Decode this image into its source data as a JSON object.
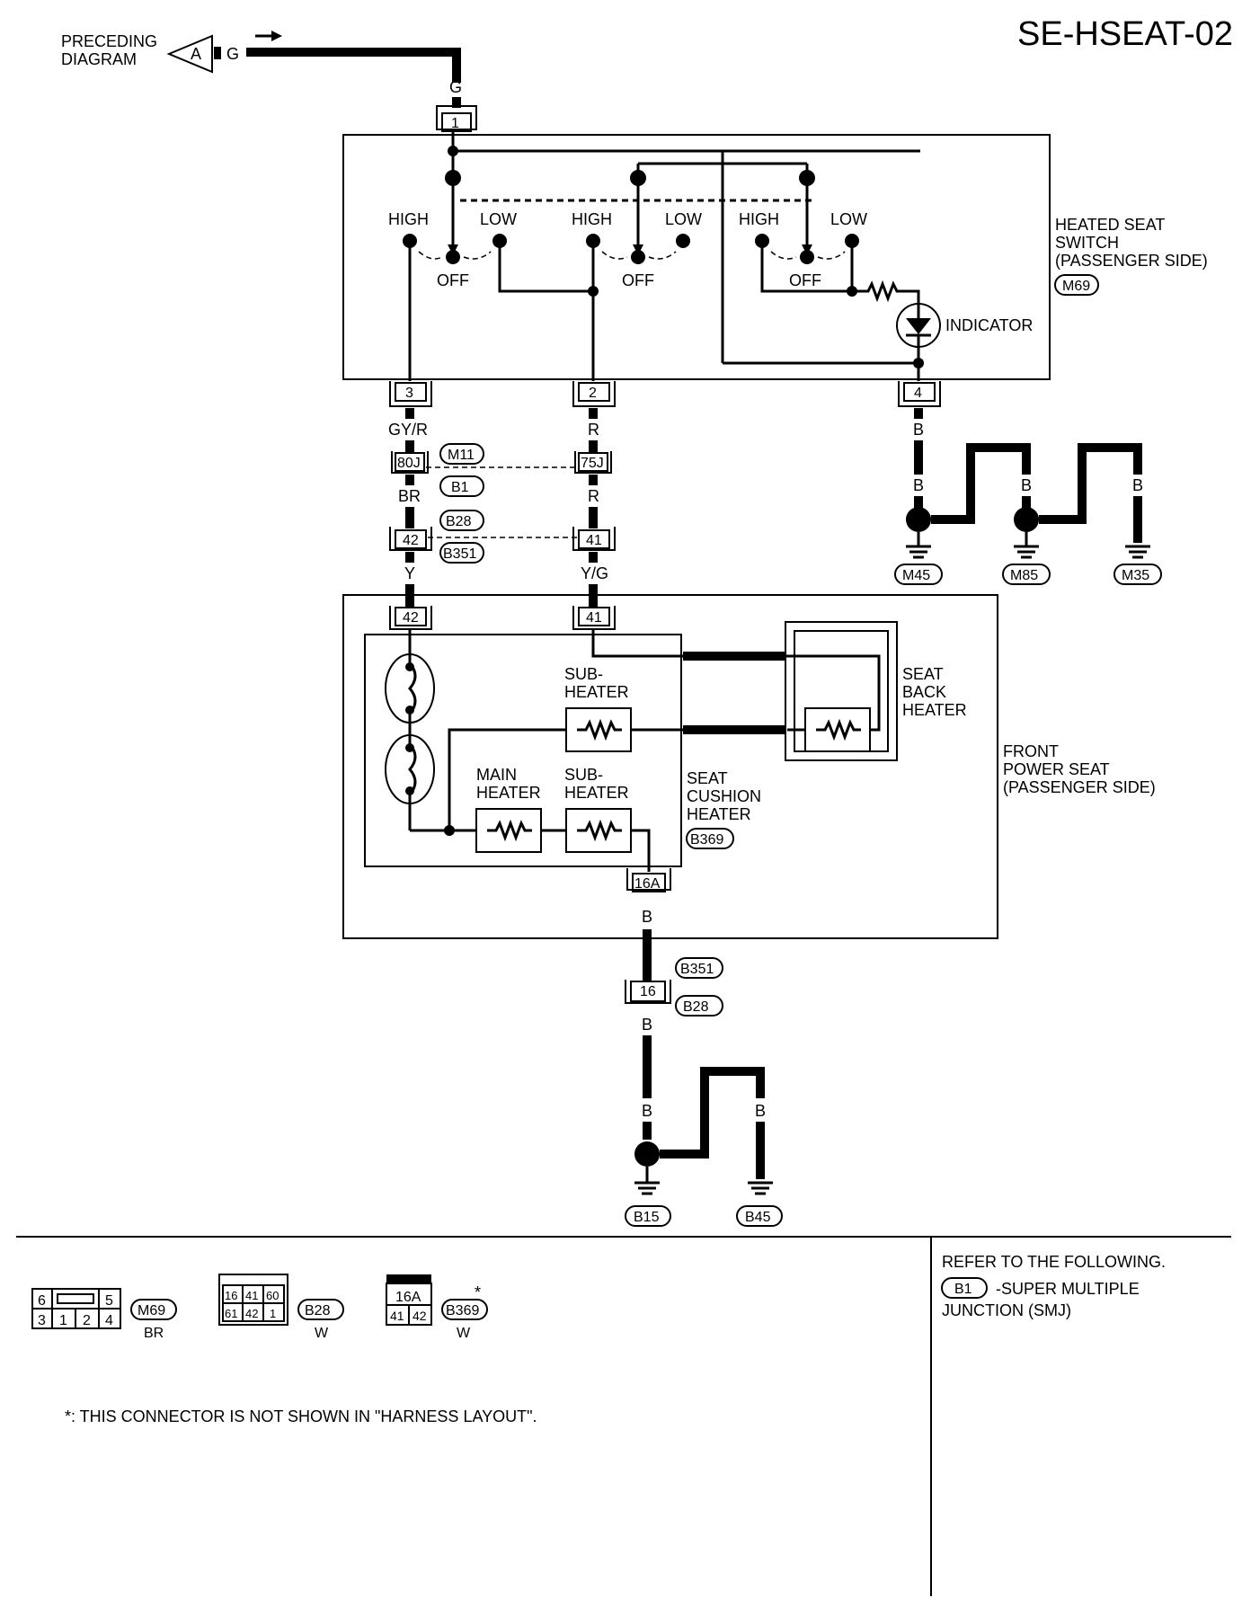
{
  "diagram_id": "SE-HSEAT-02",
  "preceding": {
    "line1": "PRECEDING",
    "line2": "DIAGRAM",
    "connector_letter": "A",
    "wire_color": "G"
  },
  "switch": {
    "name_line1": "HEATED SEAT",
    "name_line2": "SWITCH",
    "name_line3": "(PASSENGER SIDE)",
    "connector": "M69",
    "terminal_top": "1",
    "terminals_bottom": [
      "3",
      "2",
      "4"
    ],
    "high_label": "HIGH",
    "low_label": "LOW",
    "off_label": "OFF",
    "indicator_label": "INDICATOR"
  },
  "wires": {
    "g": "G",
    "gy_r": "GY/R",
    "br": "BR",
    "y": "Y",
    "r": "R",
    "y_g": "Y/G",
    "b": "B"
  },
  "junctions": {
    "j80": "80J",
    "j75": "75J",
    "c42": "42",
    "c41": "41",
    "c16a": "16A",
    "c16": "16"
  },
  "connector_tags": {
    "m11": "M11",
    "b1": "B1",
    "b28": "B28",
    "b351": "B351",
    "b369": "B369"
  },
  "grounds": [
    "M45",
    "M85",
    "M35",
    "B15",
    "B45"
  ],
  "seat": {
    "name_line1": "FRONT",
    "name_line2": "POWER SEAT",
    "name_line3": "(PASSENGER SIDE)",
    "sub_heater_line1": "SUB-",
    "sub_heater_line2": "HEATER",
    "main_heater_line1": "MAIN",
    "main_heater_line2": "HEATER",
    "cushion_line1": "SEAT",
    "cushion_line2": "CUSHION",
    "cushion_line3": "HEATER",
    "back_line1": "SEAT",
    "back_line2": "BACK",
    "back_line3": "HEATER"
  },
  "legend": {
    "m69": {
      "tag": "M69",
      "color": "BR",
      "top_row": [
        "6",
        "5"
      ],
      "bottom_row": [
        "3",
        "1",
        "2",
        "4"
      ]
    },
    "b28": {
      "tag": "B28",
      "color": "W",
      "top_row": [
        "16",
        "41",
        "60"
      ],
      "bottom_row": [
        "61",
        "42",
        "1"
      ]
    },
    "b369": {
      "tag": "B369",
      "color": "W",
      "top_row": [
        "16A"
      ],
      "bottom_row": [
        "41",
        "42"
      ],
      "mark": "*"
    },
    "note": "*: THIS CONNECTOR IS NOT SHOWN IN \"HARNESS LAYOUT\"."
  },
  "refer": {
    "heading": "REFER TO THE FOLLOWING.",
    "tag": "B1",
    "line1": "-SUPER MULTIPLE",
    "line2": "JUNCTION (SMJ)"
  }
}
